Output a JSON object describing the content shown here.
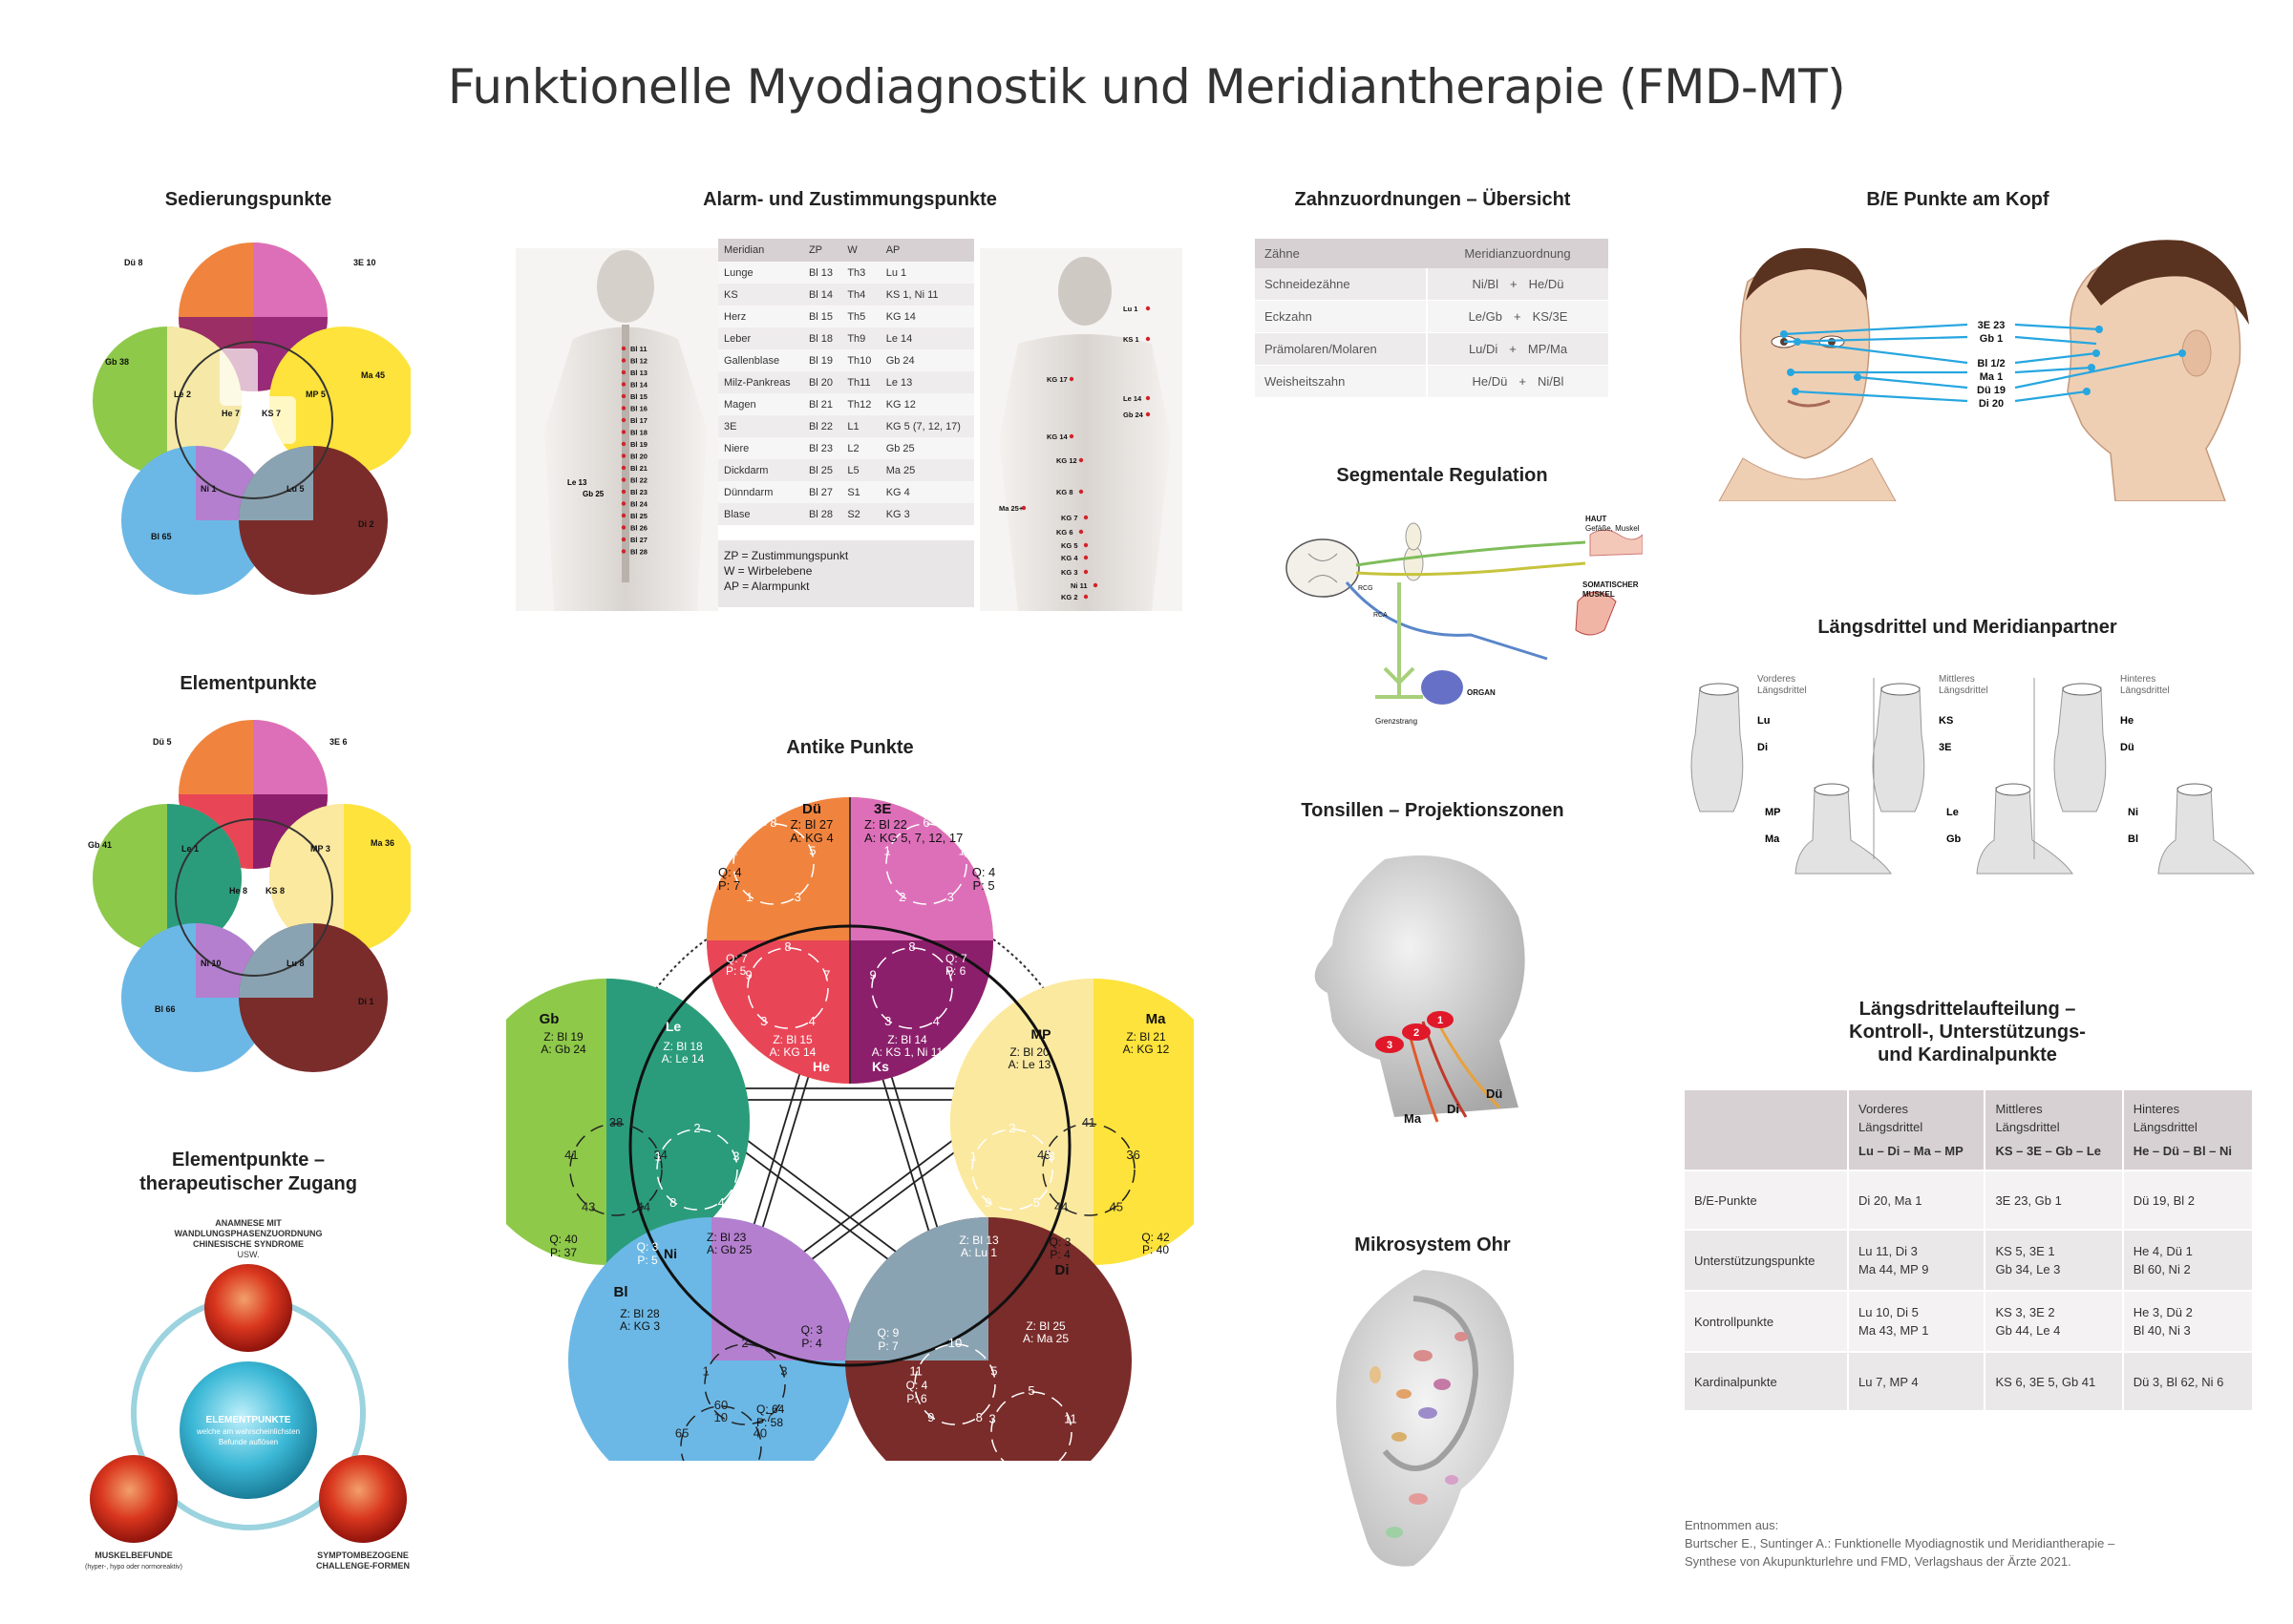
{
  "title": "Funktionelle Myodiagnostik und Meridiantherapie (FMD-MT)",
  "sections": {
    "sedierung": "Sedierungspunkte",
    "alarm": "Alarm- und Zustimmungspunkte",
    "zahn": "Zahnzuordnungen – Übersicht",
    "be_kopf": "B/E Punkte am Kopf",
    "segmental": "Segmentale Regulation",
    "laengsdrittel_partner": "Längsdrittel und Meridianpartner",
    "elementpunkte": "Elementpunkte",
    "antike": "Antike Punkte",
    "tonsillen": "Tonsillen – Projektionszonen",
    "element_zugang_1": "Elementpunkte –",
    "element_zugang_2": "therapeutischer Zugang",
    "mikrosystem": "Mikrosystem Ohr",
    "ld_aufteilung_1": "Längsdrittelaufteilung –",
    "ld_aufteilung_2": "Kontroll-, Unterstützungs-",
    "ld_aufteilung_3": "und Kardinalpunkte"
  },
  "alarm_table": {
    "headers": [
      "Meridian",
      "ZP",
      "W",
      "AP"
    ],
    "rows": [
      [
        "Lunge",
        "Bl 13",
        "Th3",
        "Lu 1"
      ],
      [
        "KS",
        "Bl 14",
        "Th4",
        "KS 1, Ni 11"
      ],
      [
        "Herz",
        "Bl 15",
        "Th5",
        "KG 14"
      ],
      [
        "Leber",
        "Bl 18",
        "Th9",
        "Le 14"
      ],
      [
        "Gallenblase",
        "Bl 19",
        "Th10",
        "Gb 24"
      ],
      [
        "Milz-Pankreas",
        "Bl 20",
        "Th11",
        "Le 13"
      ],
      [
        "Magen",
        "Bl 21",
        "Th12",
        "KG 12"
      ],
      [
        "3E",
        "Bl 22",
        "L1",
        "KG 5 (7, 12, 17)"
      ],
      [
        "Niere",
        "Bl 23",
        "L2",
        "Gb 25"
      ],
      [
        "Dickdarm",
        "Bl 25",
        "L5",
        "Ma 25"
      ],
      [
        "Dünndarm",
        "Bl 27",
        "S1",
        "KG 4"
      ],
      [
        "Blase",
        "Bl 28",
        "S2",
        "KG 3"
      ]
    ],
    "legend": [
      "ZP = Zustimmungspunkt",
      "W = Wirbelebene",
      "AP = Alarmpunkt"
    ]
  },
  "back_points": [
    "Bl 11",
    "Bl 12",
    "Bl 13",
    "Bl 14",
    "Bl 15",
    "Bl 16",
    "Bl 17",
    "Bl 18",
    "Bl 19",
    "Bl 20",
    "Bl 21",
    "Bl 22",
    "Bl 23",
    "Bl 24",
    "Bl 25",
    "Bl 26",
    "Bl 27",
    "Bl 28"
  ],
  "back_side": [
    "Le 13",
    "Gb 25"
  ],
  "front_points": [
    "Lu 1",
    "KS 1",
    "KG 17",
    "Le 14",
    "Gb 24",
    "KG 14",
    "KG 12",
    "KG 8",
    "Ma 25+",
    "KG 7",
    "KG 6",
    "KG 5",
    "KG 4",
    "KG 3",
    "Ni 11",
    "KG 2"
  ],
  "zahn_table": {
    "headers": [
      "Zähne",
      "Meridianzuordnung"
    ],
    "rows": [
      [
        "Schneidezähne",
        "Ni/Bl",
        "+",
        "He/Dü"
      ],
      [
        "Eckzahn",
        "Le/Gb",
        "+",
        "KS/3E"
      ],
      [
        "Prämolaren/Molaren",
        "Lu/Di",
        "+",
        "MP/Ma"
      ],
      [
        "Weisheitszahn",
        "He/Dü",
        "+",
        "Ni/Bl"
      ]
    ]
  },
  "head_labels": [
    "3E 23",
    "Gb 1",
    "Bl 1/2",
    "Ma 1",
    "Dü 19",
    "Di 20"
  ],
  "segmental_labels": [
    "HAUT",
    "Gefäße, Muskel",
    "SOMATISCHER",
    "MUSKEL",
    "ORGAN",
    "Grenzstrang",
    "RCG",
    "RCA"
  ],
  "ld_partner": {
    "cols": [
      {
        "title1": "Vorderes",
        "title2": "Längsdrittel",
        "hand": [
          "Lu",
          "Di"
        ],
        "foot": [
          "MP",
          "Ma"
        ]
      },
      {
        "title1": "Mittleres",
        "title2": "Längsdrittel",
        "hand": [
          "KS",
          "3E"
        ],
        "foot": [
          "Le",
          "Gb"
        ]
      },
      {
        "title1": "Hinteres",
        "title2": "Längsdrittel",
        "hand": [
          "He",
          "Dü"
        ],
        "foot": [
          "Ni",
          "Bl"
        ]
      }
    ]
  },
  "ld_table": {
    "headers": [
      {
        "t1": "",
        "t2": "",
        "b": ""
      },
      {
        "t1": "Vorderes",
        "t2": "Längsdrittel",
        "b": "Lu – Di – Ma – MP"
      },
      {
        "t1": "Mittleres",
        "t2": "Längsdrittel",
        "b": "KS – 3E – Gb – Le"
      },
      {
        "t1": "Hinteres",
        "t2": "Längsdrittel",
        "b": "He – Dü – Bl – Ni"
      }
    ],
    "rows": [
      {
        "label": "B/E-Punkte",
        "c1a": "Di 20, Ma 1",
        "c1b": "",
        "c2a": "3E 23, Gb 1",
        "c2b": "",
        "c3a": "Dü 19, Bl 2",
        "c3b": ""
      },
      {
        "label": "Unterstützungspunkte",
        "c1a": "Lu 11, Di 3",
        "c1b": "Ma 44, MP 9",
        "c2a": "KS 5, 3E 1",
        "c2b": "Gb 34, Le 3",
        "c3a": "He 4, Dü 1",
        "c3b": "Bl 60, Ni 2"
      },
      {
        "label": "Kontrollpunkte",
        "c1a": "Lu 10, Di 5",
        "c1b": "Ma 43, MP 1",
        "c2a": "KS 3, 3E 2",
        "c2b": "Gb 44, Le 4",
        "c3a": "He 3, Dü 2",
        "c3b": "Bl 40, Ni 3"
      },
      {
        "label": "Kardinalpunkte",
        "c1a": "Lu 7, MP 4",
        "c1b": "",
        "c2a": "KS 6, 3E 5, Gb 41",
        "c2b": "",
        "c3a": "Dü 3, Bl 62, Ni 6",
        "c3b": ""
      }
    ]
  },
  "tonsil_labels": [
    "1",
    "2",
    "3",
    "Ma",
    "Di",
    "Dü"
  ],
  "zugang": {
    "top": [
      "ANAMNESE MIT",
      "WANDLUNGSPHASENZUORDNUNG",
      "CHINESISCHE SYNDROME",
      "USW."
    ],
    "center": [
      "ELEMENTPUNKTE",
      "welche am wahrscheinlichsten",
      "Befunde auflösen"
    ],
    "left": [
      "MUSKELBEFUNDE",
      "(hyper-, hypo oder normoreaktiv)"
    ],
    "right": [
      "SYMPTOMBEZOGENE",
      "CHALLENGE-FORMEN"
    ]
  },
  "sedierung_labels": [
    "Dü 8",
    "3E 10",
    "Gb 38",
    "Le 2",
    "MP 5",
    "Ma 45",
    "He 7",
    "KS 7",
    "Ni 1",
    "Bl 65",
    "Lu 5",
    "Di 2"
  ],
  "element_labels": [
    "Dü 5",
    "3E 6",
    "Gb 41",
    "Le 1",
    "MP 3",
    "Ma 36",
    "He 8",
    "KS 8",
    "Ni 10",
    "Bl 66",
    "Lu 8",
    "Di 1"
  ],
  "antike": {
    "circles": [
      {
        "key": "due",
        "outer": "Dü",
        "inner": "He",
        "Z": "Z: Bl 27",
        "A": "A: KG 4"
      },
      {
        "key": "e3",
        "outer": "3E",
        "inner": "Ks",
        "Z": "Z: Bl 22",
        "A": "A: KG 5, 7, 12, 17"
      },
      {
        "key": "he",
        "name": "He",
        "Z": "Z: Bl 15",
        "A": "A: KG 14",
        "Q": "Q: 7",
        "P": "P: 5"
      },
      {
        "key": "ks",
        "name": "Ks",
        "Z": "Z: Bl 14",
        "A": "A: KS 1, Ni 11",
        "Q": "Q: 7",
        "P": "P: 6"
      },
      {
        "key": "ma",
        "outer": "Ma",
        "Z": "Z: Bl 21",
        "A": "A: KG 12",
        "Q": "Q: 42",
        "P": "P: 40"
      },
      {
        "key": "mp",
        "name": "MP",
        "Z": "Z: Bl 20",
        "A": "A: Le 13",
        "Q": "Q: 3",
        "P": "P: 4"
      },
      {
        "key": "gb",
        "outer": "Gb",
        "Z": "Z: Bl 19",
        "A": "A: Gb 24",
        "Q": "Q: 40",
        "P": "P: 37"
      },
      {
        "key": "le",
        "name": "Le",
        "Z": "Z: Bl 18",
        "A": "A: Le 14",
        "Q": "Q: 3",
        "P": "P: 5"
      },
      {
        "key": "bl",
        "outer": "Bl",
        "Z": "Z: Bl 28",
        "A": "A: KG 3",
        "Q": "Q: 64",
        "P": "P: 58"
      },
      {
        "key": "ni",
        "name": "Ni",
        "Z": "Z: Bl 23",
        "A": "A: Gb 25",
        "Q": "Q: 3",
        "P": "P: 4"
      },
      {
        "key": "di",
        "outer": "Di",
        "Z": "Z: Bl 25",
        "A": "A: Ma 25",
        "Q": "Q: 4",
        "P": "P: 6"
      },
      {
        "key": "lu",
        "name": "Lu",
        "Z": "Z: Bl 13",
        "A": "A: Lu 1",
        "Q": "Q: 9",
        "P": "P: 7"
      }
    ],
    "due_q": "Q: 4",
    "due_p": "P: 7",
    "e3_q": "Q: 4",
    "e3_p": "P: 5"
  },
  "source": {
    "l1": "Entnommen aus:",
    "l2": "Burtscher E., Suntinger A.: Funktionelle Myodiagnostik und Meridiantherapie –",
    "l3": "Synthese von Akupunkturlehre und FMD, Verlagshaus der Ärzte 2021."
  },
  "colors": {
    "fire_outer": "#e8b9d6",
    "orange": "#f0843e",
    "pink": "#dd6fb9",
    "red": "#e84657",
    "purple_dark": "#8c1f6b",
    "yellow": "#fde33b",
    "yellow_light": "#fbe9a0",
    "green": "#8ec94a",
    "teal": "#2a9c7c",
    "blue": "#6bb8e6",
    "lavender": "#b47fcf",
    "gray": "#8aa3b2",
    "brown": "#7a2c2a"
  }
}
